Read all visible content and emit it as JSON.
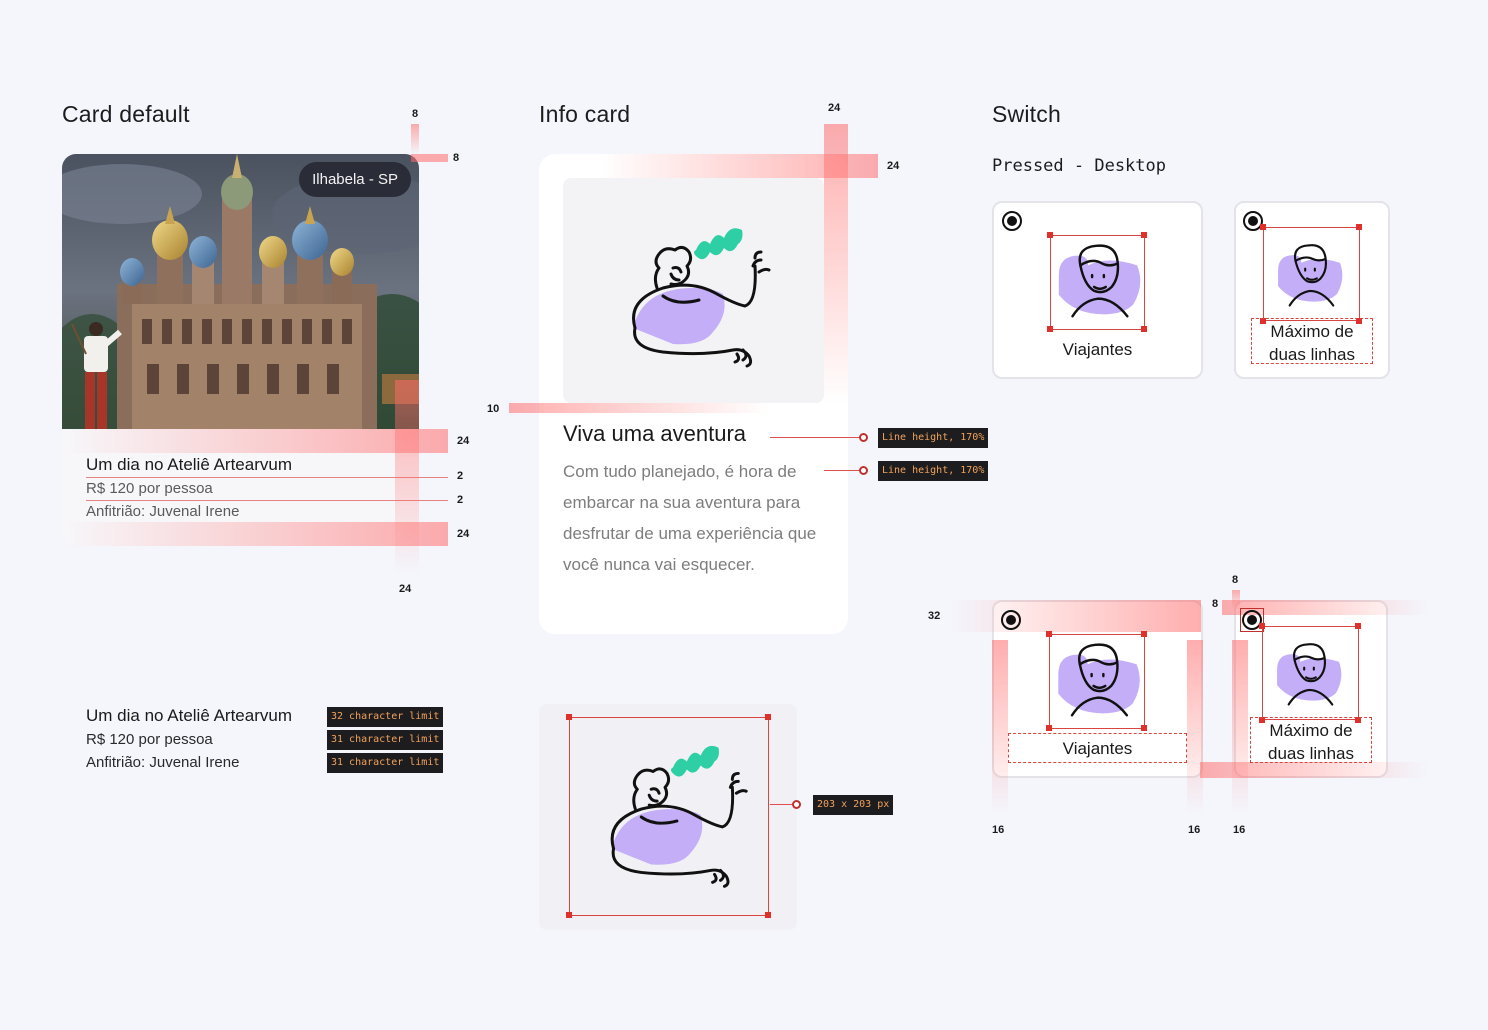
{
  "sections": {
    "card_default": "Card default",
    "info_card": "Info card",
    "switch": "Switch",
    "switch_state": "Pressed - Desktop"
  },
  "card_default": {
    "badge": "Ilhabela - SP",
    "title": "Um dia no Ateliê Artearvum",
    "price": "R$ 120 por pessoa",
    "host": "Anfitrião: Juvenal Irene",
    "spacing": {
      "top": "8",
      "right": "8",
      "after_image": "24",
      "gap1": "2",
      "gap2": "2",
      "bottom": "24",
      "side": "24"
    }
  },
  "text_limits": {
    "title": "Um dia no Ateliê Artearvum",
    "price": "R$ 120 por pessoa",
    "host": "Anfitrião: Juvenal Irene",
    "title_limit": "32 character limit",
    "price_limit": "31 character limit",
    "host_limit": "31 character limit"
  },
  "info_card": {
    "title": "Viva uma aventura",
    "body": "Com tudo planejado, é hora de embarcar na sua aventura para desfrutar de uma experiência que você nunca vai esquecer.",
    "title_annotation": "Line height, 170%",
    "body_annotation": "Line height, 170%",
    "spacing": {
      "top": "24",
      "right": "24",
      "image_gap": "10"
    }
  },
  "illustration_spec": {
    "size": "203 x 203 px"
  },
  "switch": {
    "card1_label": "Viajantes",
    "card2_label": "Máximo de duas linhas",
    "spacing": {
      "left": "32",
      "top_a": "8",
      "top_b": "8",
      "bottom1": "16",
      "bottom2": "16",
      "bottom3": "16"
    }
  },
  "colors": {
    "accent_green": "#2fcfa6",
    "accent_purple": "#c4aef7",
    "spec_red": "#e0504e",
    "tag_bg": "#1d1d1f",
    "tag_text": "#f2a25a"
  }
}
